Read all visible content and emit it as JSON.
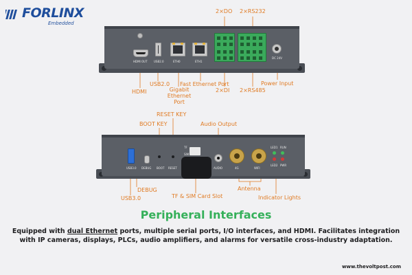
{
  "brand": {
    "name": "FORLINX",
    "tagline": "Embedded",
    "color": "#1f4e9c"
  },
  "colors": {
    "accent_orange": "#e07a22",
    "title_green": "#35b05a",
    "device_body": "#5b5f66",
    "terminal_green": "#3aaa5b"
  },
  "top_device": {
    "port_labels": {
      "hdmi": "HDMI OUT",
      "usb": "USB2.0",
      "eth0": "ETH0",
      "eth1": "ETH1",
      "dc": "DC 24V"
    },
    "callouts": {
      "do": "2×DO",
      "rs232": "2×RS232",
      "hdmi": "HDMI",
      "usb2": "USB2.0",
      "gigabit": "Gigabit Ethernet Port",
      "fast": "Fast Ethernet Port",
      "di": "2×DI",
      "rs485": "2×RS485",
      "power": "Power Input"
    }
  },
  "bottom_device": {
    "port_labels": {
      "usb3": "USB3.0",
      "debug": "DEBUG",
      "boot": "BOOT",
      "reset": "RESET",
      "tf": "TF",
      "sim": "SIM",
      "audio": "AUDIO",
      "ant4g": "4G",
      "wifi": "WIFI",
      "led1": "LED1",
      "run": "RUN",
      "led2": "LED2",
      "pwr": "PWR"
    },
    "callouts": {
      "reset_key": "RESET KEY",
      "boot_key": "BOOT KEY",
      "audio_output": "Audio Output",
      "debug": "DEBUG",
      "usb3": "USB3.0",
      "card_slot": "TF & SIM Card Slot",
      "antenna": "Antenna",
      "indicator": "Indicator Lights"
    }
  },
  "section_title": "Peripheral Interfaces",
  "description": {
    "before": "Equipped with ",
    "highlight": "dual Ethernet",
    "after": " ports, multiple serial ports, I/O interfaces, and HDMI. Facilitates integration with IP cameras, displays, PLCs, audio amplifiers, and alarms for versatile cross-industry adaptation."
  },
  "footer": "www.thevoltpost.com"
}
